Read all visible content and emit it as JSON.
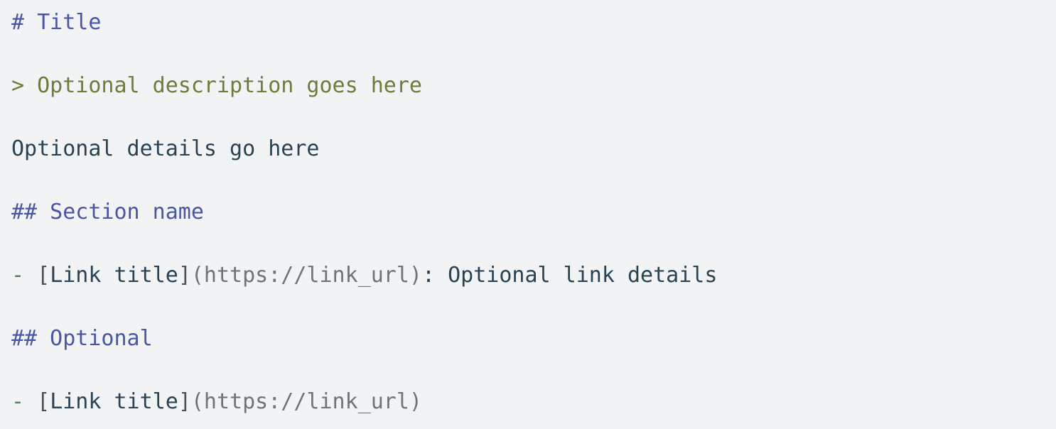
{
  "code_block": {
    "language": "markdown",
    "background": "#f1f3f5",
    "colors": {
      "heading": "#4956a6",
      "quote": "#6c7c3a",
      "text": "#2a4353",
      "dash": "#41815a",
      "bracket": "#4a5157",
      "url": "#6f747a"
    },
    "lines": [
      {
        "name": "title-heading",
        "tokens": [
          {
            "t": "# Title",
            "c": "heading"
          }
        ]
      },
      {
        "name": "description-blockquote",
        "tokens": [
          {
            "t": "> Optional description goes here",
            "c": "quote"
          }
        ]
      },
      {
        "name": "details-paragraph",
        "tokens": [
          {
            "t": "Optional details go here",
            "c": "text"
          }
        ]
      },
      {
        "name": "section-heading",
        "tokens": [
          {
            "t": "## Section name",
            "c": "heading"
          }
        ]
      },
      {
        "name": "link-list-item-with-details",
        "tokens": [
          {
            "t": "- ",
            "c": "dash"
          },
          {
            "t": "[",
            "c": "bracket"
          },
          {
            "t": "Link title",
            "c": "text"
          },
          {
            "t": "]",
            "c": "bracket"
          },
          {
            "t": "(https://link_url)",
            "c": "url"
          },
          {
            "t": ": Optional link details",
            "c": "text"
          }
        ]
      },
      {
        "name": "optional-heading",
        "tokens": [
          {
            "t": "## Optional",
            "c": "heading"
          }
        ]
      },
      {
        "name": "link-list-item",
        "tokens": [
          {
            "t": "- ",
            "c": "dash"
          },
          {
            "t": "[",
            "c": "bracket"
          },
          {
            "t": "Link title",
            "c": "text"
          },
          {
            "t": "]",
            "c": "bracket"
          },
          {
            "t": "(https://link_url)",
            "c": "url"
          }
        ]
      }
    ]
  }
}
